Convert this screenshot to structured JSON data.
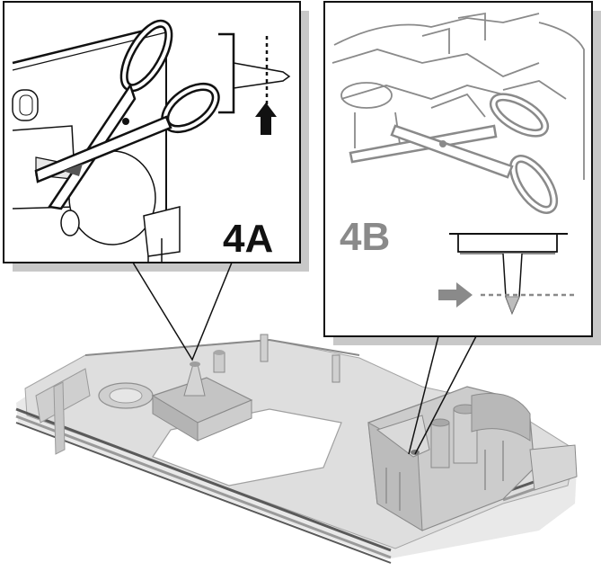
{
  "callouts": [
    {
      "id": "4A",
      "label": "4A",
      "label_color": "#111111"
    },
    {
      "id": "4B",
      "label": "4B",
      "label_color": "#8a8a8a"
    }
  ],
  "colors": {
    "panel_border": "#111111",
    "panel_shadow": "#c8c8c8",
    "line_dark": "#111111",
    "line_light": "#8a8a8a",
    "part_fill": "#dcdcdc",
    "part_shade": "#bdbdbd",
    "part_edge": "#9a9a9a"
  },
  "icons": [
    "scissors-icon",
    "arrow-up-icon",
    "arrow-right-icon",
    "cut-line"
  ]
}
